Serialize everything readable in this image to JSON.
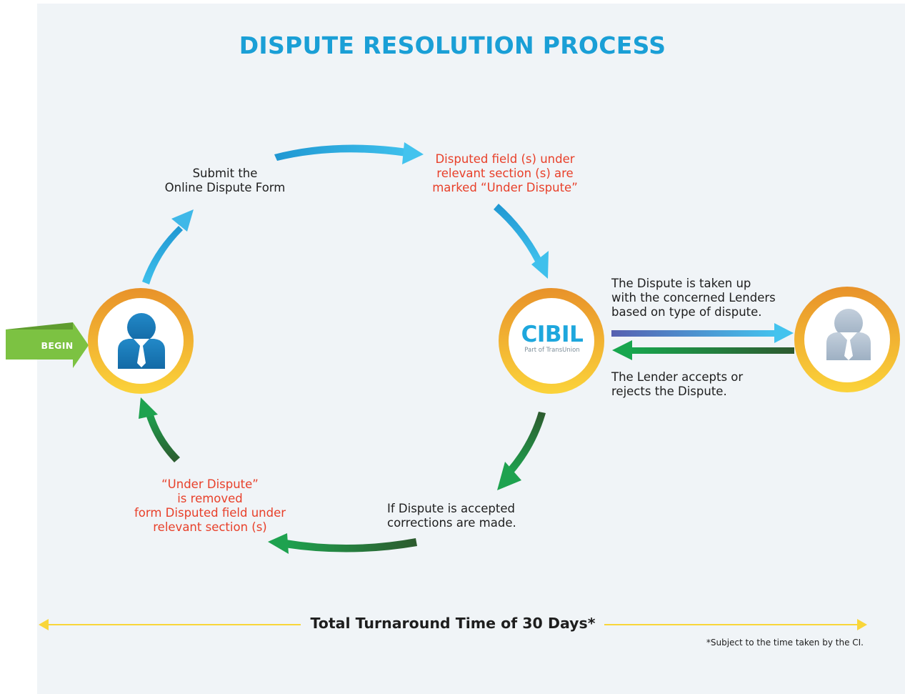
{
  "title": "DISPUTE RESOLUTION PROCESS",
  "begin_label": "BEGIN",
  "steps": {
    "submit": "Submit the\nOnline Dispute Form",
    "marked": "Disputed field (s) under\nrelevant section (s) are\nmarked “Under Dispute”",
    "taken_up": "The Dispute is taken up\nwith the concerned Lenders\nbased on type of dispute.",
    "lender_response": "The Lender accepts or\nrejects the Dispute.",
    "corrections": "If Dispute is accepted\ncorrections are made.",
    "removed": "“Under Dispute”\nis removed\nform Disputed field under\nrelevant section (s)"
  },
  "cibil": {
    "logo_text": "CIBIL",
    "sub_text": "Part of TransUnion"
  },
  "turnaround": "Total Turnaround Time of 30 Days*",
  "footnote": "*Subject to the time taken by the CI.",
  "icons": {
    "consumer": "person-icon",
    "lender": "person-icon",
    "begin": "begin-arrow"
  },
  "colors": {
    "title": "#1a9fd6",
    "highlight_text": "#e8402a",
    "forward_arrow": "#2ab2e4",
    "return_arrow": "#1e9a4c",
    "begin_arrow": "#7cc242",
    "timeline": "#f9d63a",
    "ring_outer": "#e8922a",
    "ring_inner": "#fbd03b"
  }
}
